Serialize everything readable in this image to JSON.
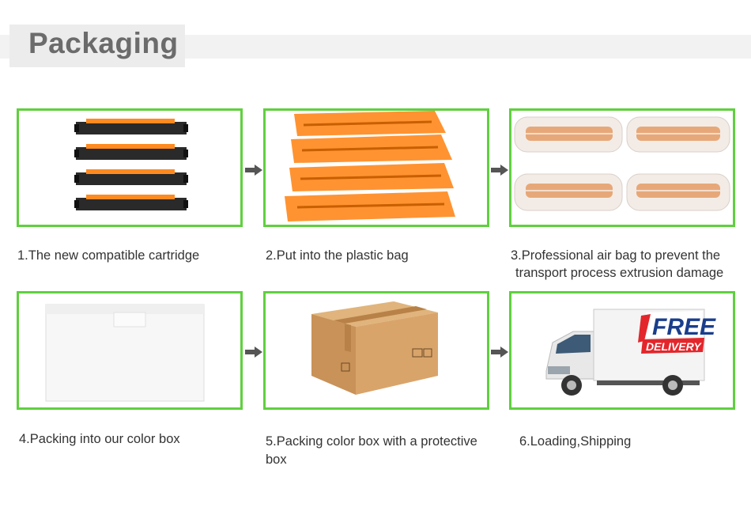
{
  "header": {
    "title": "Packaging"
  },
  "steps": [
    {
      "caption": "1.The new compatible cartridge"
    },
    {
      "caption": "2.Put into the plastic bag"
    },
    {
      "caption_line1": "3.Professional air bag to prevent the",
      "caption_line2": "transport process extrusion damage"
    },
    {
      "caption": "4.Packing into our color box"
    },
    {
      "caption_line1": "5.Packing color box with a protective",
      "caption_line2": "box"
    },
    {
      "caption": "6.Loading,Shipping"
    }
  ],
  "truck_sign": {
    "line1": "FREE",
    "line2": "DELIVERY"
  },
  "colors": {
    "accent_green": "#5fd03e",
    "arrow_gray": "#555555",
    "bag_orange": "#ff8a1f",
    "free_red": "#e3262b",
    "free_blue": "#1a3e8c"
  }
}
